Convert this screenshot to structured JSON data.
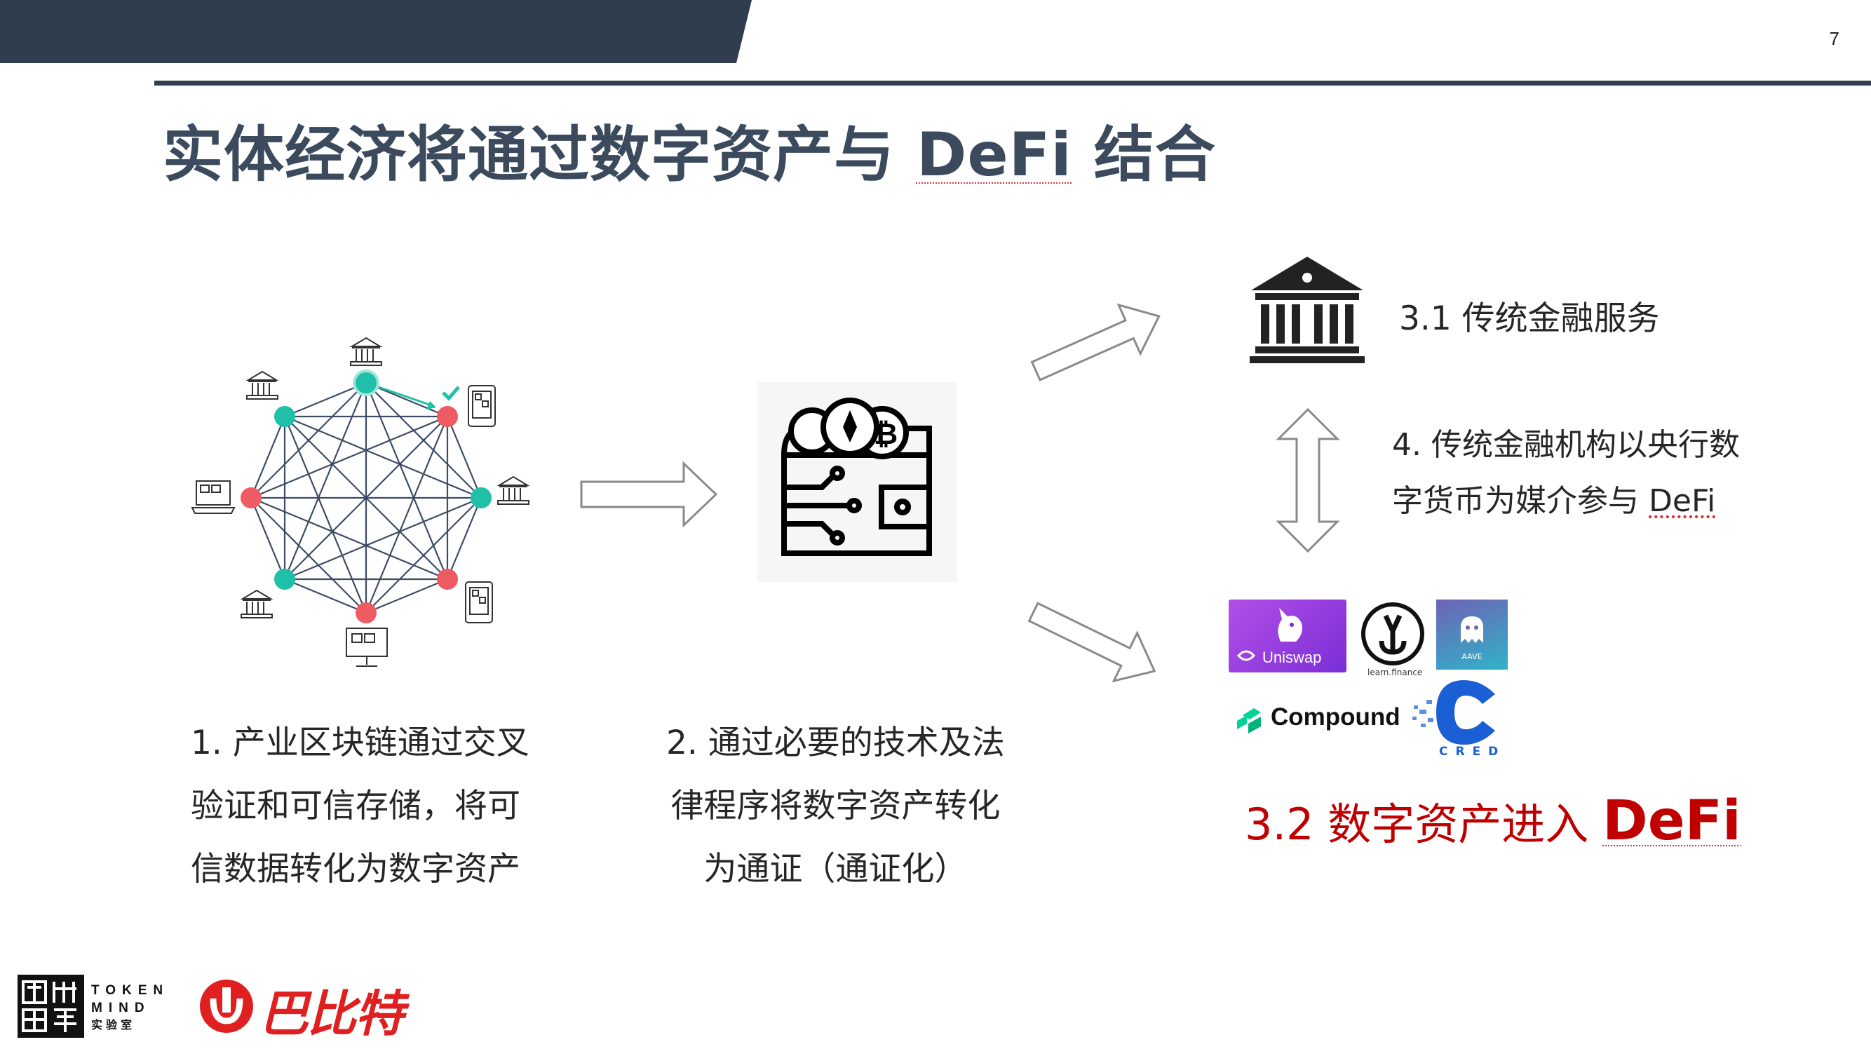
{
  "page_number": "7",
  "title": {
    "main": "实体经济将通过数字资产与 ",
    "defi": "DeFi",
    "tail": " 结合"
  },
  "captions": {
    "step1": [
      "1. 产业区块链通过交叉",
      "验证和可信存储，将可",
      "信数据转化为数字资产"
    ],
    "step2": [
      "2. 通过必要的技术及法",
      "律程序将数字资产转化",
      "为通证（通证化）"
    ]
  },
  "labels": {
    "traditional_finance": "3.1 传统金融服务",
    "institutions_line1": "4. 传统金融机构以央行数",
    "institutions_line2_prefix": "字货币为媒介参与 ",
    "institutions_line2_defi": "DeFi",
    "digital_assets_prefix": "3.2 数字资产进入 ",
    "digital_assets_defi": "DeFi"
  },
  "defi_logos": {
    "uniswap": "Uniswap",
    "yearn": "learn.finance",
    "aave": "AAVE",
    "compound": "Compound",
    "cred": "CRED"
  },
  "footer": {
    "token_mind_lines": [
      "TOKEN",
      "MIND",
      "实验室"
    ],
    "babite": "巴比特"
  },
  "colors": {
    "header_bar": "#2f3d4e",
    "title": "#3b4a5c",
    "node_teal": "#1fbfa8",
    "node_red": "#ef5b63",
    "accent_red": "#c00000"
  }
}
